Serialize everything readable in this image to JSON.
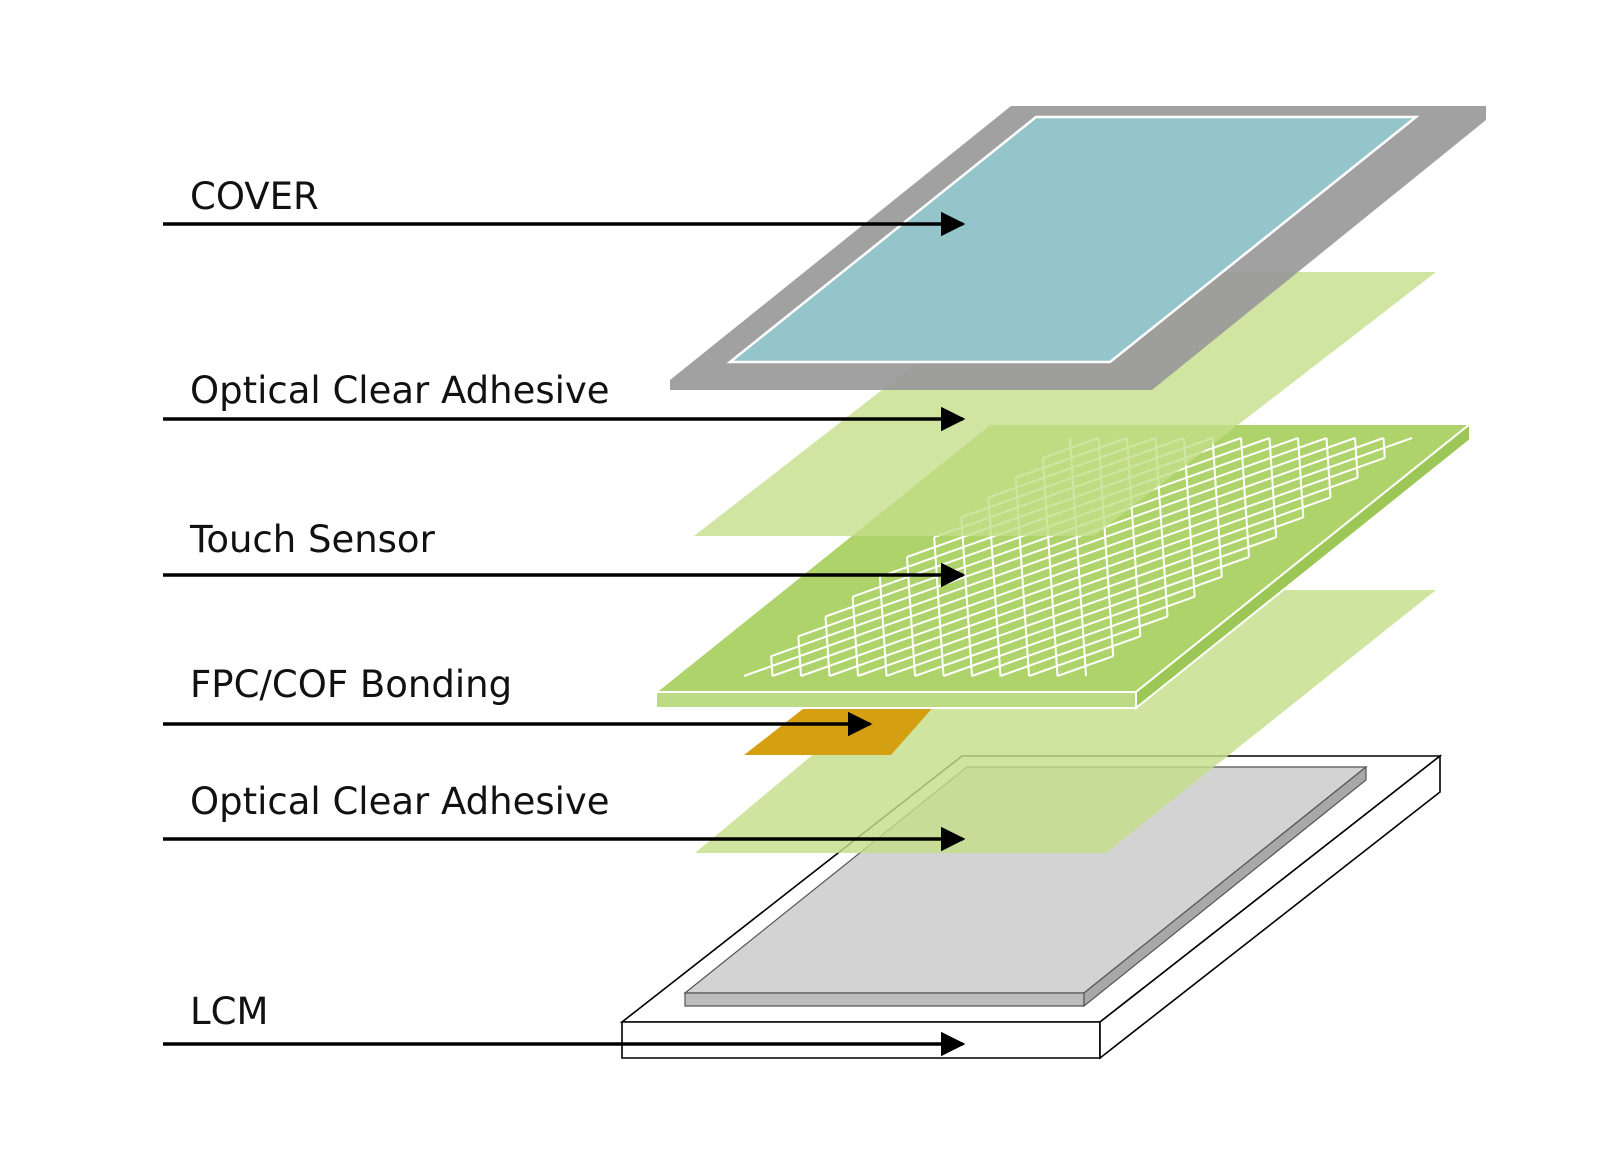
{
  "diagram": {
    "layers": [
      {
        "id": "cover",
        "label": "COVER"
      },
      {
        "id": "oca-top",
        "label": "Optical Clear Adhesive"
      },
      {
        "id": "touch-sensor",
        "label": "Touch Sensor"
      },
      {
        "id": "fpc-cof",
        "label": "FPC/COF Bonding"
      },
      {
        "id": "oca-bottom",
        "label": "Optical Clear Adhesive"
      },
      {
        "id": "lcm",
        "label": "LCM"
      }
    ],
    "colors": {
      "cover_frame": "#9a9a9a",
      "cover_glass": "#93c8cf",
      "oca": "#c4df8a",
      "sensor_base": "#afd36b",
      "sensor_edge": "#9cc655",
      "fpc": "#d4a012",
      "lcm_panel": "#d3d3d3",
      "lcm_panel_side": "#a8a8a8",
      "arrow": "#000000"
    }
  }
}
